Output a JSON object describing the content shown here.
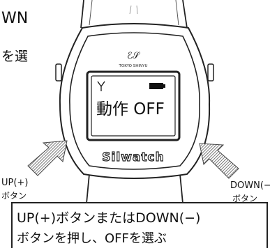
{
  "top_text": {
    "line1": "WN",
    "line2": "を選"
  },
  "watch": {
    "brand_logo_text": "TOKYO SHINYU",
    "brand_name": "Silwatch",
    "screen": {
      "status_text": "動作 OFF",
      "antenna_icon": "antenna-icon",
      "battery_icon": "battery-icon"
    }
  },
  "labels": {
    "up_button": {
      "line1": "UP(+)",
      "line2": "ボタン"
    },
    "down_button": {
      "line1": "DOWN(−)",
      "line2": "ボタン"
    }
  },
  "instruction": {
    "line1": "UP(+)ボタンまたはDOWN(−)",
    "line2": "ボタンを押し、OFFを選ぶ"
  },
  "colors": {
    "outline": "#222222",
    "arrow": "#666666",
    "screen_bg": "#ffffff"
  }
}
